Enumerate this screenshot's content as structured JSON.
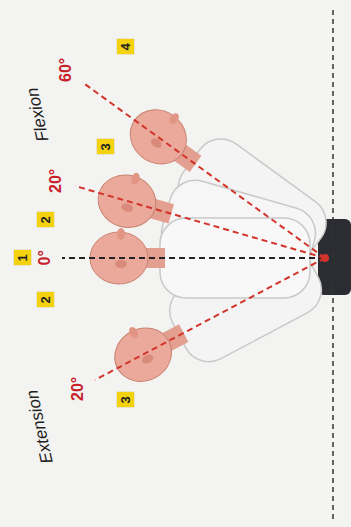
{
  "diagram": {
    "nodes": [
      {
        "text": [
          "3"
        ]
      },
      {
        "text": [
          "2"
        ]
      },
      {
        "text": [
          "1"
        ]
      },
      {
        "text": [
          "2"
        ]
      },
      {
        "text": [
          "3"
        ]
      },
      {
        "text": [
          "4"
        ]
      }
    ],
    "labels": [
      "Extension",
      "20°",
      "0°",
      "20°",
      "Flexion",
      "60°"
    ]
  }
}
